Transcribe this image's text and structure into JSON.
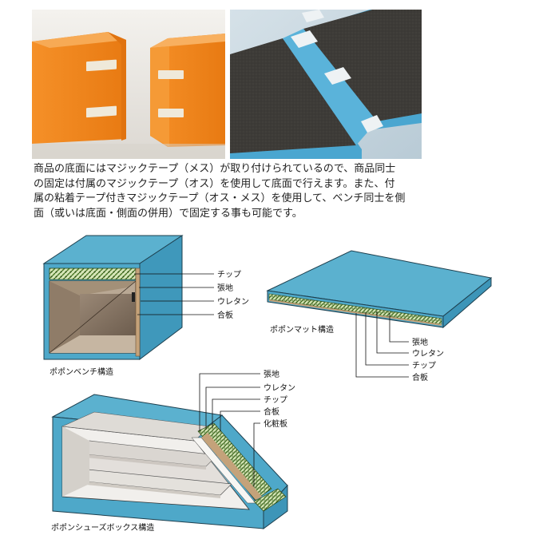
{
  "description": {
    "lines": [
      "商品の底面にはマジックテープ（メス）が取り付けられているので、商品同士",
      "の固定は付属のマジックテープ（オス）を使用して底面で行えます。また、付",
      "属の粘着テープ付きマジックテープ（オス・メス）を使用して、ベンチ同士を側",
      "面（或いは底面・側面の併用）で固定する事も可能です。"
    ]
  },
  "bench": {
    "caption": "ポポンベンチ構造",
    "labels": [
      "チップ",
      "張地",
      "ウレタン",
      "合板"
    ]
  },
  "mat": {
    "caption": "ポポンマット構造",
    "labels": [
      "張地",
      "ウレタン",
      "チップ",
      "合板"
    ]
  },
  "shoebox": {
    "caption": "ポポンシューズボックス構造",
    "labels": [
      "張地",
      "ウレタン",
      "チップ",
      "合板",
      "化粧板"
    ]
  },
  "colors": {
    "upholstery": "#4fa9c9",
    "orange": "#f28a1e",
    "chip": "#4f7a2a",
    "wood": "#8a6a4a",
    "mat_surface": "#3d3b37"
  }
}
